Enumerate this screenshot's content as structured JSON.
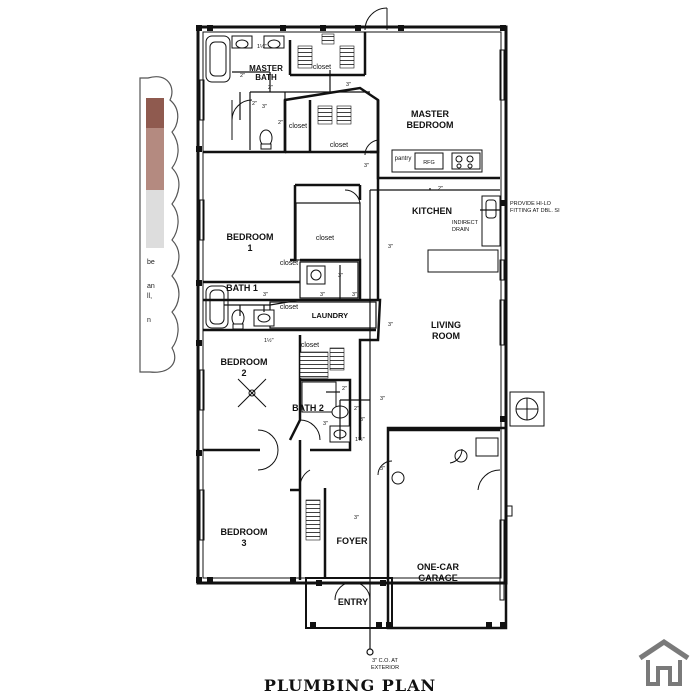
{
  "title": "PLUMBING PLAN",
  "rooms": {
    "master_bath": [
      "MASTER",
      "BATH"
    ],
    "master_bedroom": [
      "MASTER",
      "BEDROOM"
    ],
    "bedroom1": [
      "BEDROOM",
      "1"
    ],
    "kitchen": "KITCHEN",
    "bath1": "BATH 1",
    "laundry": "LAUNDRY",
    "living_room": [
      "LIVING",
      "ROOM"
    ],
    "bedroom2": [
      "BEDROOM",
      "2"
    ],
    "bath2": "BATH 2",
    "bedroom3": [
      "BEDROOM",
      "3"
    ],
    "foyer": "FOYER",
    "garage": [
      "ONE-CAR",
      "GARAGE"
    ],
    "entry": "ENTRY"
  },
  "closets": {
    "c_top": "closet",
    "c_mbath_left": "closet",
    "c_mbath_right": "closet",
    "c_bed1": "closet",
    "c_bath1a": "closet",
    "c_bath1b": "closet",
    "c_bed2": "closet"
  },
  "fixtures": {
    "pantry": "pantry",
    "refrigerator": "RFG"
  },
  "notes": {
    "hi_lo": [
      "PROVIDE HI-LO",
      "FITTING AT DBL. SI"
    ],
    "indirect_drain": [
      "INDIRECT",
      "DRAIN"
    ],
    "cleanout": [
      "3\" C.O. AT",
      "EXTERIOR"
    ]
  },
  "pipe_sizes": {
    "p1": "1½\"",
    "p2": "2\"",
    "p3": "2\"",
    "p4": "2\"",
    "p5": "3\"",
    "p6": "3\"",
    "p7": "2\"",
    "p8": "3\"",
    "p9": "3\"",
    "p10": "3\"",
    "p11": "3\"",
    "p12": "3\"",
    "p13": "3\"",
    "p14": "1½\"",
    "p15": "3\"",
    "p16": "3\"",
    "p17": "2\"",
    "p18": "3\"",
    "p19": "2\"",
    "p20": "3\"",
    "p21": "1½\"",
    "p22": "3\"",
    "p23": "3\"",
    "p24": "2\""
  },
  "snippet": [
    "be",
    "an",
    "ll,",
    "n"
  ],
  "colors": {
    "wall": "#111111",
    "pipe": "#111111",
    "photo": "#b48a80",
    "background": "#ffffff",
    "logo": "#7a7a7a"
  },
  "icons": {
    "logo": "house-outline-icon"
  }
}
